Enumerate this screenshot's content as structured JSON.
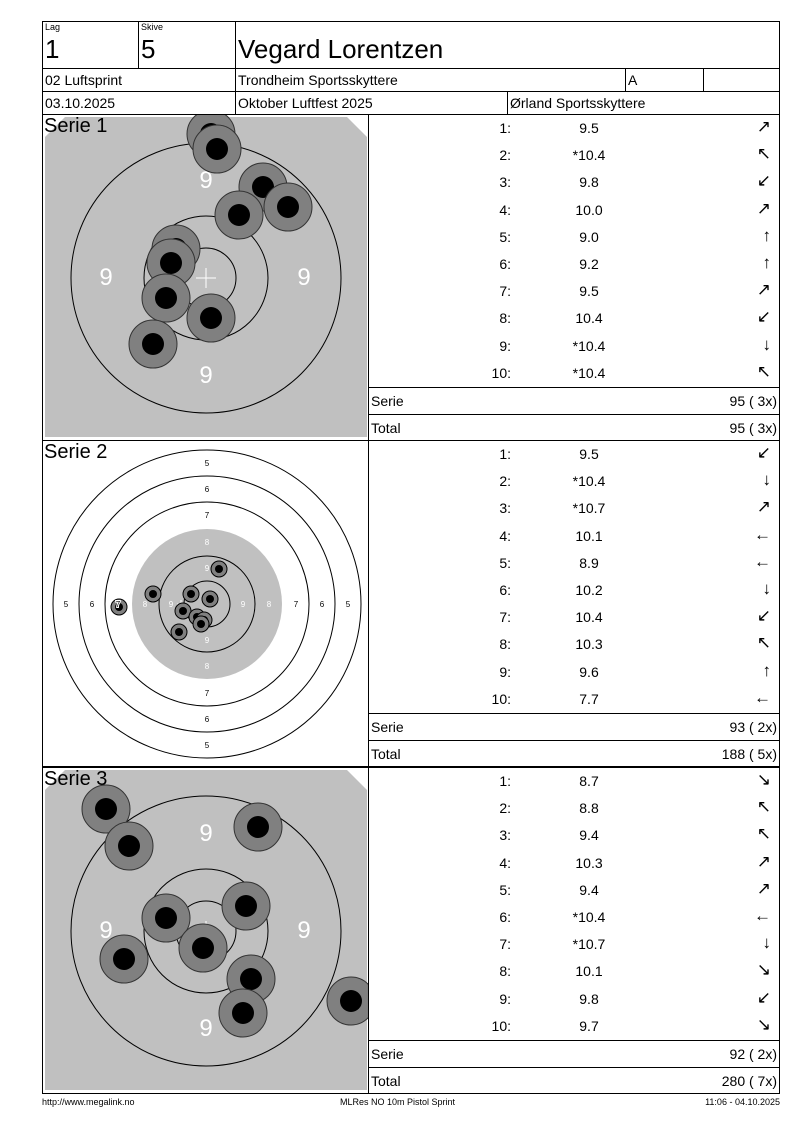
{
  "header": {
    "lag_label": "Lag",
    "lag": "1",
    "skive_label": "Skive",
    "skive": "5",
    "name": "Vegard Lorentzen",
    "class": "02 Luftsprint",
    "club": "Trondheim Sportsskyttere",
    "group": "A",
    "extra": "",
    "date": "03.10.2025",
    "event": "Oktober Luftfest 2025",
    "organizer": "Ørland Sportsskyttere"
  },
  "series": [
    {
      "title": "Serie 1",
      "shots": [
        {
          "n": "1:",
          "v": "9.5",
          "a": "↗"
        },
        {
          "n": "2:",
          "v": "*10.4",
          "a": "↖"
        },
        {
          "n": "3:",
          "v": "9.8",
          "a": "↙"
        },
        {
          "n": "4:",
          "v": "10.0",
          "a": "↗"
        },
        {
          "n": "5:",
          "v": "9.0",
          "a": "↑"
        },
        {
          "n": "6:",
          "v": "9.2",
          "a": "↑"
        },
        {
          "n": "7:",
          "v": "9.5",
          "a": "↗"
        },
        {
          "n": "8:",
          "v": "10.4",
          "a": "↙"
        },
        {
          "n": "9:",
          "v": "*10.4",
          "a": "↓"
        },
        {
          "n": "10:",
          "v": "*10.4",
          "a": "↖"
        }
      ],
      "serie_label": "Serie",
      "serie_value": "95 ( 3x)",
      "total_label": "Total",
      "total_value": "95 ( 3x)"
    },
    {
      "title": "Serie 2",
      "shots": [
        {
          "n": "1:",
          "v": "9.5",
          "a": "↙"
        },
        {
          "n": "2:",
          "v": "*10.4",
          "a": "↓"
        },
        {
          "n": "3:",
          "v": "*10.7",
          "a": "↗"
        },
        {
          "n": "4:",
          "v": "10.1",
          "a": "←"
        },
        {
          "n": "5:",
          "v": "8.9",
          "a": "←"
        },
        {
          "n": "6:",
          "v": "10.2",
          "a": "↓"
        },
        {
          "n": "7:",
          "v": "10.4",
          "a": "↙"
        },
        {
          "n": "8:",
          "v": "10.3",
          "a": "↖"
        },
        {
          "n": "9:",
          "v": "9.6",
          "a": "↑"
        },
        {
          "n": "10:",
          "v": "7.7",
          "a": "←"
        }
      ],
      "serie_label": "Serie",
      "serie_value": "93 ( 2x)",
      "total_label": "Total",
      "total_value": "188 ( 5x)"
    },
    {
      "title": "Serie 3",
      "shots": [
        {
          "n": "1:",
          "v": "8.7",
          "a": "↘"
        },
        {
          "n": "2:",
          "v": "8.8",
          "a": "↖"
        },
        {
          "n": "3:",
          "v": "9.4",
          "a": "↖"
        },
        {
          "n": "4:",
          "v": "10.3",
          "a": "↗"
        },
        {
          "n": "5:",
          "v": "9.4",
          "a": "↗"
        },
        {
          "n": "6:",
          "v": "*10.4",
          "a": "←"
        },
        {
          "n": "7:",
          "v": "*10.7",
          "a": "↓"
        },
        {
          "n": "8:",
          "v": "10.1",
          "a": "↘"
        },
        {
          "n": "9:",
          "v": "9.8",
          "a": "↙"
        },
        {
          "n": "10:",
          "v": "9.7",
          "a": "↘"
        }
      ],
      "serie_label": "Serie",
      "serie_value": "92 ( 2x)",
      "total_label": "Total",
      "total_value": "280 ( 7x)"
    }
  ],
  "target_labels": {
    "nine": "9",
    "ring_numbers": [
      "5",
      "6",
      "7",
      "8",
      "9"
    ]
  },
  "footer": {
    "url": "http://www.megalink.no",
    "software": "MLRes NO 10m Pistol Sprint",
    "timestamp": "11:06 - 04.10.2025"
  },
  "colors": {
    "target_gray": "#c0c0c0",
    "shot_ring": "#808080",
    "shot_core": "#000000"
  }
}
